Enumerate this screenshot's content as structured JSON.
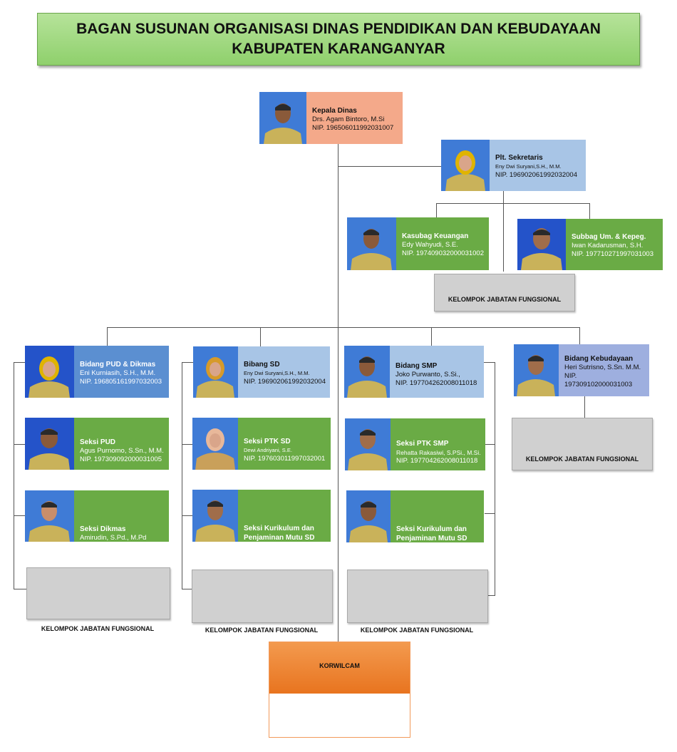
{
  "title": {
    "line1": "BAGAN SUSUNAN ORGANISASI DINAS PENDIDIKAN DAN KEBUDAYAAN",
    "line2": "KABUPATEN KARANGANYAR"
  },
  "kepala": {
    "title": "Kepala Dinas",
    "name": "Drs. Agam Bintoro, M.Si",
    "nip": "NIP. 196506011992031007"
  },
  "sekretaris": {
    "title": "Plt. Sekretaris",
    "name": "Eny Dwi Suryani,S.H., M.M.",
    "nip": "NIP. 196902061992032004"
  },
  "keuangan": {
    "title": "Kasubag Keuangan",
    "name": "Edy Wahyudi, S.E.",
    "nip": "NIP. 197409032000031002"
  },
  "umum": {
    "title": "Subbag Um. & Kepeg.",
    "name": "Iwan Kadarusman, S.H.",
    "nip": "NIP. 197710271997031003"
  },
  "pud": {
    "title": "Bidang PUD & Dikmas",
    "name": "Eni Kurniasih, S.H., M.M.",
    "nip": "NIP. 196805161997032003"
  },
  "seksi_pud": {
    "title": "Seksi PUD",
    "name": "Agus Purnomo, S.Sn., M.M.",
    "nip": "NIP. 197309092000031005"
  },
  "seksi_dikmas": {
    "title": "Seksi Dikmas",
    "name": "Amirudin, S.Pd., M.Pd"
  },
  "sd": {
    "title": "Bibang SD",
    "name": "Eny Dwi Suryani,S.H., M.M.",
    "nip": "NIP. 196902061992032004"
  },
  "ptk_sd": {
    "title": "Seksi PTK SD",
    "name": "Dewi Andriyani, S.E.",
    "nip": "NIP. 197603011997032001"
  },
  "kurikulum_sd": {
    "title": "Seksi Kurikulum dan Penjaminan Mutu SD"
  },
  "smp": {
    "title": "Bidang SMP",
    "name": "Joko Purwanto, S.Si.,",
    "nip": "NIP. 197704262008011018"
  },
  "ptk_smp": {
    "title": "Seksi PTK SMP",
    "name": "Rehatta Rakasiwi, S.PSi., M.Si.",
    "nip": "NIP. 197704262008011018"
  },
  "kurikulum_smp": {
    "title": "Seksi Kurikulum dan Penjaminan Mutu SD"
  },
  "kebudayaan": {
    "title": "Bidang Kebudayaan",
    "name": "Heri Sutrisno, S.Sn. M.M.",
    "nip": "NIP. 197309102000031003"
  },
  "fungsional_label": "KELOMPOK JABATAN FUNGSIONAL",
  "korwilcam": "KORWILCAM",
  "colors": {
    "green": "#6aab45",
    "light_blue": "#a8c5e6",
    "salmon": "#f4a98a",
    "orange": "#e8741f",
    "lavender": "#9eafdf"
  }
}
